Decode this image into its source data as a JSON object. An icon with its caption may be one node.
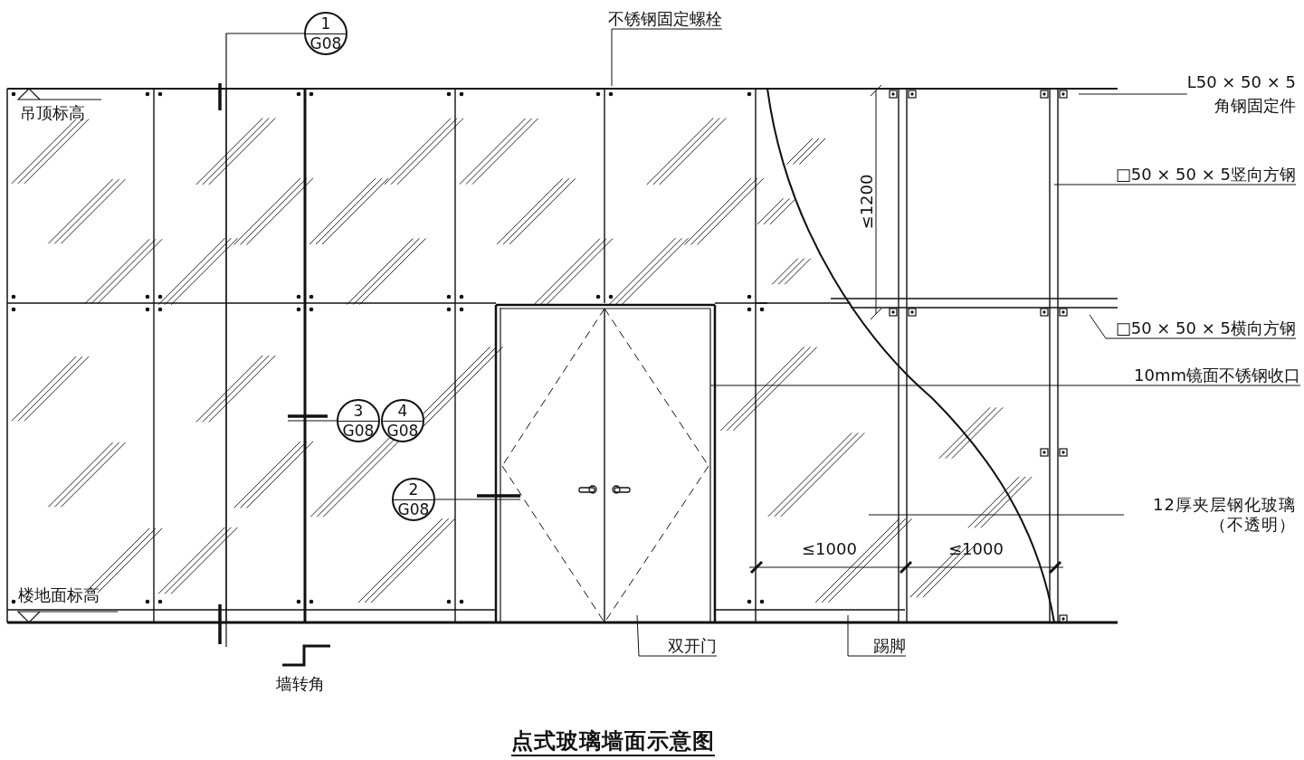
{
  "diagram": {
    "title": "点式玻璃墙面示意图",
    "nodes": [
      {
        "text": [
          "不锈钢固定螺栓"
        ]
      },
      {
        "text": [
          "L50 × 50 × 5",
          "角钢固定件"
        ]
      },
      {
        "text": [
          "□50 × 50 × 5竖向方钢"
        ]
      },
      {
        "text": [
          "□50 × 50 × 5横向方钢"
        ]
      },
      {
        "text": [
          "10mm镜面不锈钢收口"
        ]
      },
      {
        "text": [
          "12厚夹层钢化玻璃（不透明）"
        ]
      },
      {
        "text": [
          "双开门"
        ]
      },
      {
        "text": [
          "踢脚"
        ]
      },
      {
        "text": [
          "1",
          "G08"
        ]
      },
      {
        "text": [
          "3",
          "G08"
        ]
      },
      {
        "text": [
          "4",
          "G08"
        ]
      },
      {
        "text": [
          "2",
          "G08"
        ]
      }
    ],
    "edges": [
      {
        "from": 0,
        "to": null,
        "arrow": "none"
      },
      {
        "from": 1,
        "to": null,
        "arrow": "none"
      },
      {
        "from": 2,
        "to": null,
        "arrow": "none"
      },
      {
        "from": 3,
        "to": null,
        "arrow": "none"
      },
      {
        "from": 4,
        "to": null,
        "arrow": "none"
      },
      {
        "from": 5,
        "to": null,
        "arrow": "none"
      },
      {
        "from": 6,
        "to": null,
        "arrow": "none"
      },
      {
        "from": 7,
        "to": null,
        "arrow": "none"
      },
      {
        "from": 8,
        "to": null,
        "arrow": "none"
      },
      {
        "from": 9,
        "to": null,
        "arrow": "none"
      },
      {
        "from": 11,
        "to": null,
        "arrow": "none"
      }
    ],
    "labels": [
      "吊顶标高",
      "≤1200",
      "≤1000",
      "≤1000",
      "楼地面标高",
      "墙转角"
    ]
  }
}
